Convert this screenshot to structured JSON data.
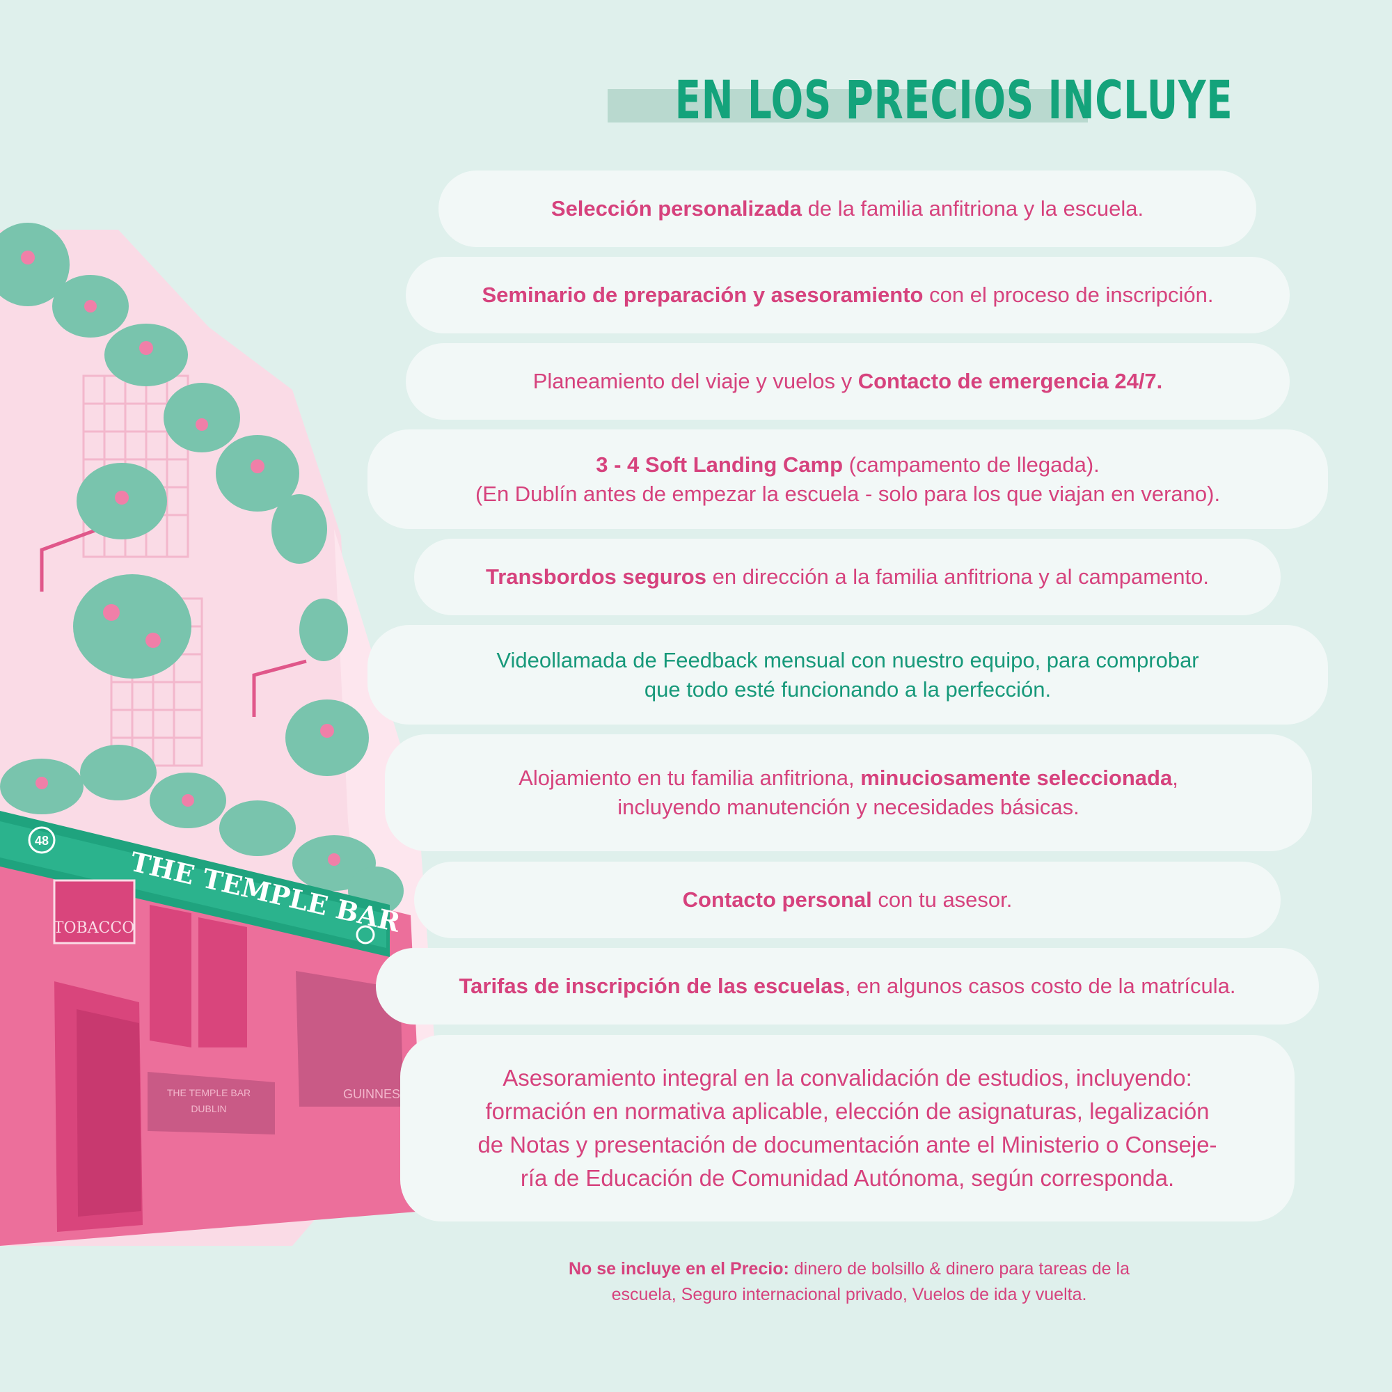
{
  "title": "EN LOS PRECIOS INCLUYE",
  "items": [
    {
      "lines": [
        [
          {
            "t": "Selección personalizada",
            "b": true
          },
          {
            "t": " de la familia anfitriona y la escuela.",
            "b": false
          }
        ]
      ]
    },
    {
      "lines": [
        [
          {
            "t": "Seminario de preparación y asesoramiento",
            "b": true
          },
          {
            "t": " con el proceso de inscripción.",
            "b": false
          }
        ]
      ]
    },
    {
      "lines": [
        [
          {
            "t": "Planeamiento del viaje y vuelos y ",
            "b": false
          },
          {
            "t": "Contacto de emergencia 24/7.",
            "b": true
          }
        ]
      ]
    },
    {
      "lines": [
        [
          {
            "t": "3 - 4 Soft Landing Camp",
            "b": true
          },
          {
            "t": " (campamento de llegada).",
            "b": false
          }
        ],
        [
          {
            "t": "(En Dublín antes de empezar la escuela -  solo para los que viajan en verano).",
            "b": false
          }
        ]
      ]
    },
    {
      "lines": [
        [
          {
            "t": "Transbordos seguros",
            "b": true
          },
          {
            "t": " en dirección a la familia anfitriona y al campamento.",
            "b": false
          }
        ]
      ]
    },
    {
      "lines": [
        [
          {
            "t": "Videollamada de Feedback mensual con nuestro equipo, para comprobar",
            "b": false
          }
        ],
        [
          {
            "t": "que todo esté funcionando a la perfección.",
            "b": false
          }
        ]
      ]
    },
    {
      "lines": [
        [
          {
            "t": "Alojamiento en tu familia anfitriona, ",
            "b": false
          },
          {
            "t": "minuciosamente seleccionada",
            "b": true
          },
          {
            "t": ",",
            "b": false
          }
        ],
        [
          {
            "t": "incluyendo manutención y necesidades básicas.",
            "b": false
          }
        ]
      ]
    },
    {
      "lines": [
        [
          {
            "t": "Contacto personal",
            "b": true
          },
          {
            "t": " con tu asesor.",
            "b": false
          }
        ]
      ]
    },
    {
      "lines": [
        [
          {
            "t": "Tarifas de inscripción de las escuelas",
            "b": true
          },
          {
            "t": ", en algunos casos costo de la matrícula.",
            "b": false
          }
        ]
      ]
    },
    {
      "lines": [
        [
          {
            "t": "Asesoramiento integral en la convalidación de estudios, incluyendo:",
            "b": false
          }
        ],
        [
          {
            "t": "formación en normativa aplicable, elección de asignaturas,  legalización",
            "b": false
          }
        ],
        [
          {
            "t": "de Notas y presentación de documentación ante el Ministerio o Conseje-",
            "b": false
          }
        ],
        [
          {
            "t": "ría de Educación de Comunidad Autónoma, según corresponda.",
            "b": false
          }
        ]
      ]
    }
  ],
  "note": {
    "lines": [
      [
        {
          "t": "No se incluye en el Precio:",
          "b": true
        },
        {
          "t": " dinero de bolsillo  & dinero para tareas de la",
          "b": false
        }
      ],
      [
        {
          "t": "escuela, Seguro internacional privado, Vuelos de ida y vuelta.",
          "b": false
        }
      ]
    ]
  },
  "illustration": {
    "sign": "THE TEMPLE BAR",
    "tobacco": "TOBACCO",
    "chalkboard_1": "THE TEMPLE BAR",
    "chalkboard_2": "DUBLIN",
    "window_sign": "GUINNESS",
    "badge": "48"
  },
  "colors": {
    "background": "#dff0ec",
    "pink": "#d6427d",
    "green": "#14a37b",
    "pill": "#f2f8f7",
    "facade": "#ec6f9b"
  }
}
